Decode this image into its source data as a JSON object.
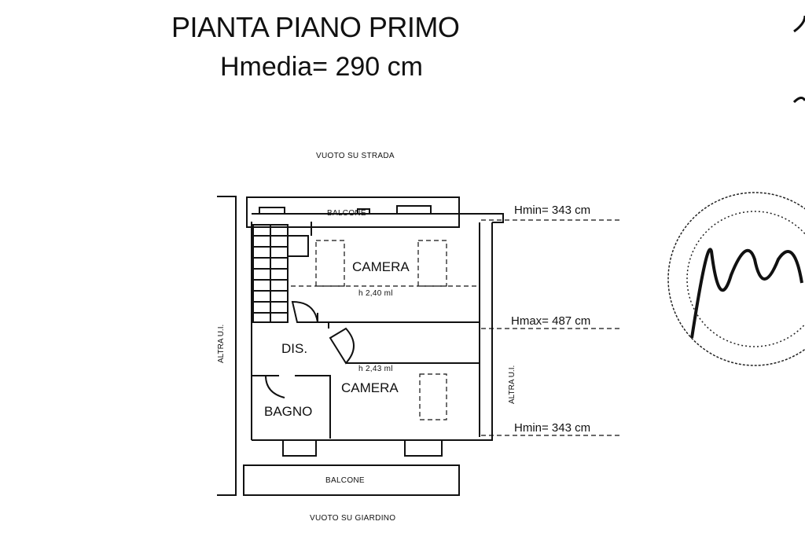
{
  "header": {
    "title": "PIANTA PIANO PRIMO",
    "subtitle": "Hmedia= 290 cm"
  },
  "plan": {
    "top_note": "VUOTO SU STRADA",
    "bottom_note": "VUOTO SU GIARDINO",
    "balcony_top": "BALCONE",
    "balcony_bottom": "BALCONE",
    "rooms": {
      "camera_top": "CAMERA",
      "camera_bottom": "CAMERA",
      "dis": "DIS.",
      "bagno": "BAGNO"
    },
    "room_heights": {
      "camera_top": "h 2,40 ml",
      "camera_bottom": "h 2,43 ml"
    },
    "side_left": "ALTRA U.I.",
    "side_right": "ALTRA U.I.",
    "section_heights": {
      "top": "Hmin= 343 cm",
      "middle": "Hmax= 487 cm",
      "bottom": "Hmin= 343 cm"
    }
  }
}
